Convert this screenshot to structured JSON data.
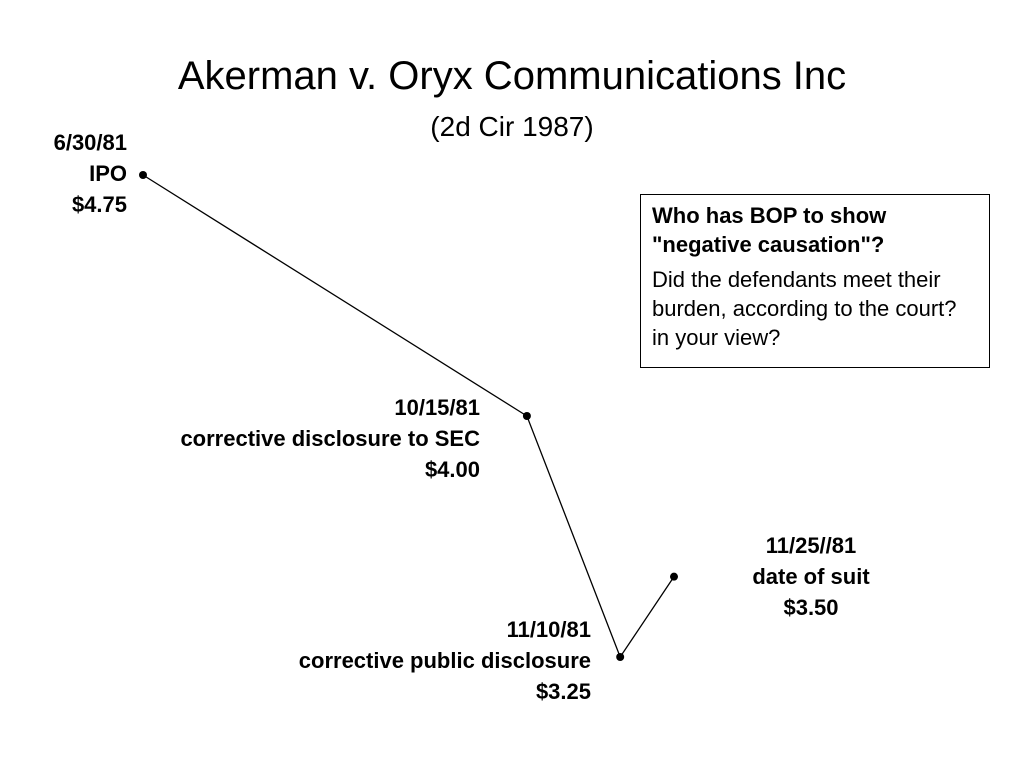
{
  "slide": {
    "title": "Akerman v. Oryx Communications Inc",
    "subtitle": "(2d Cir 1987)"
  },
  "callout": {
    "question": "Who has BOP  to show \"negative causation\"?",
    "body": "Did the defendants meet their burden, according to the court?  in your view?"
  },
  "chart_data": {
    "type": "line",
    "series": [
      {
        "points": [
          {
            "date": "6/30/81",
            "label": [
              "6/30/81",
              "IPO",
              "$4.75"
            ],
            "price": 4.75
          },
          {
            "date": "10/15/81",
            "label": [
              "10/15/81",
              "corrective disclosure to SEC",
              "$4.00"
            ],
            "price": 4.0
          },
          {
            "date": "11/10/81",
            "label": [
              "11/10/81",
              "corrective public disclosure",
              "$3.25"
            ],
            "price": 3.25
          },
          {
            "date": "11/25/81",
            "label": [
              "11/25//81",
              "date of suit",
              "$3.50"
            ],
            "price": 3.5
          }
        ]
      }
    ],
    "xlabel": "",
    "ylabel": "",
    "grid": false,
    "axes_visible": false,
    "colors": {
      "line": "#000000",
      "marker": "#000000"
    }
  }
}
